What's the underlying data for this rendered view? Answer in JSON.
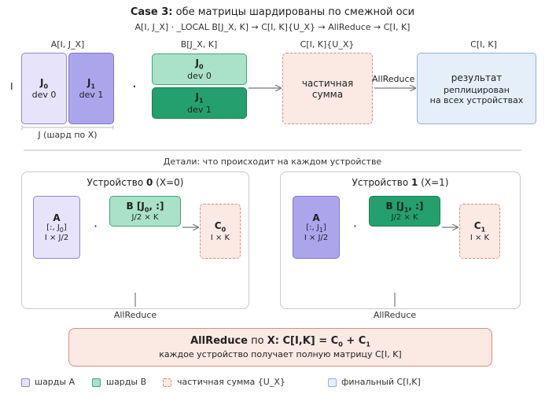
{
  "header": {
    "title_bold": "Case 3:",
    "title_rest": "обе матрицы шардированы по смежной оси",
    "formula": "A[I, J_X] · _LOCAL B[J_X, K] → C[I, K]{U_X} → AllReduce → C[I, K]"
  },
  "top": {
    "a_label": "A[I, J_X]",
    "b_label": "B[J_X, K]",
    "c_partial_label": "C[I, K]{U_X}",
    "c_label": "C[I, K]",
    "i_label": "I",
    "dot": "·",
    "a0": {
      "name": "J",
      "sub": "0",
      "dev": "dev 0"
    },
    "a1": {
      "name": "J",
      "sub": "1",
      "dev": "dev 1"
    },
    "b0": {
      "name": "J",
      "sub": "0",
      "dev": "dev 0"
    },
    "b1": {
      "name": "J",
      "sub": "1",
      "dev": "dev 1"
    },
    "partial_line1": "частичная",
    "partial_line2": "сумма",
    "allreduce": "AllReduce",
    "result_line1": "результат",
    "result_line2": "реплицирован",
    "result_line3": "на всех устройствах",
    "j_caption": "J (шард по X)"
  },
  "details_caption": "Детали: что происходит на каждом устройстве",
  "devices": [
    {
      "title_pre": "Устройство ",
      "title_num": "0",
      "title_post": " (X=0)",
      "a_name": "A",
      "a_idx_pre": "[:, J",
      "a_idx_sub": "0",
      "a_idx_post": "]",
      "a_shape": "I × J/2",
      "dot": "·",
      "b_name_pre": "B [J",
      "b_name_sub": "0",
      "b_name_post": ", :]",
      "b_shape": "J/2 × K",
      "c_name": "C",
      "c_sub": "0",
      "c_shape": "I × K",
      "allreduce": "AllReduce"
    },
    {
      "title_pre": "Устройство ",
      "title_num": "1",
      "title_post": " (X=1)",
      "a_name": "A",
      "a_idx_pre": "[:, J",
      "a_idx_sub": "1",
      "a_idx_post": "]",
      "a_shape": "I × J/2",
      "dot": "·",
      "b_name_pre": "B [J",
      "b_name_sub": "1",
      "b_name_post": ", :]",
      "b_shape": "J/2 × K",
      "c_name": "C",
      "c_sub": "1",
      "c_shape": "I × K",
      "allreduce": "AllReduce"
    }
  ],
  "bottom": {
    "line1_bold": "AllReduce",
    "line1_mid": " по ",
    "line1_bold2": "X: C[I,K] = C",
    "line1_sub0": "0",
    "line1_plus": " + C",
    "line1_sub1": "1",
    "line2": "каждое устройство получает полную матрицу C[I, K]"
  },
  "legend": [
    {
      "label": "шарды A",
      "style": "pur-light"
    },
    {
      "label": "шарды B",
      "style": "grn-light"
    },
    {
      "label": "частичная сумма {U_X}",
      "style": "pink"
    },
    {
      "label": "финальный C[I,K]",
      "style": "blue"
    }
  ]
}
